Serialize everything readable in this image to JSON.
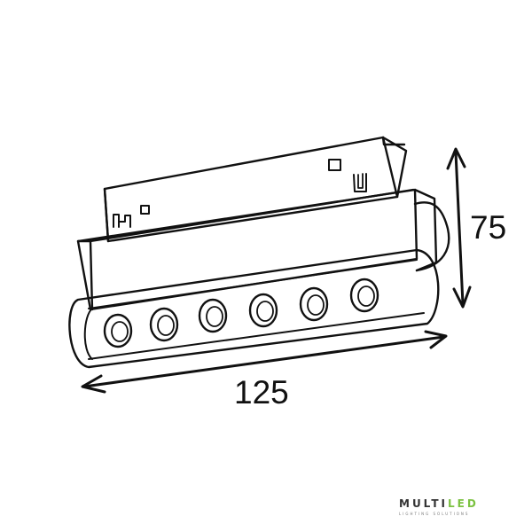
{
  "dimensions": {
    "height_label": "75",
    "width_label": "125"
  },
  "logo": {
    "brand": "MULTILED",
    "tagline": "LIGHTING SOLUTIONS",
    "accent_color": "#7cc242"
  },
  "lens_count": 6,
  "colors": {
    "line": "#111111",
    "background": "#ffffff"
  }
}
